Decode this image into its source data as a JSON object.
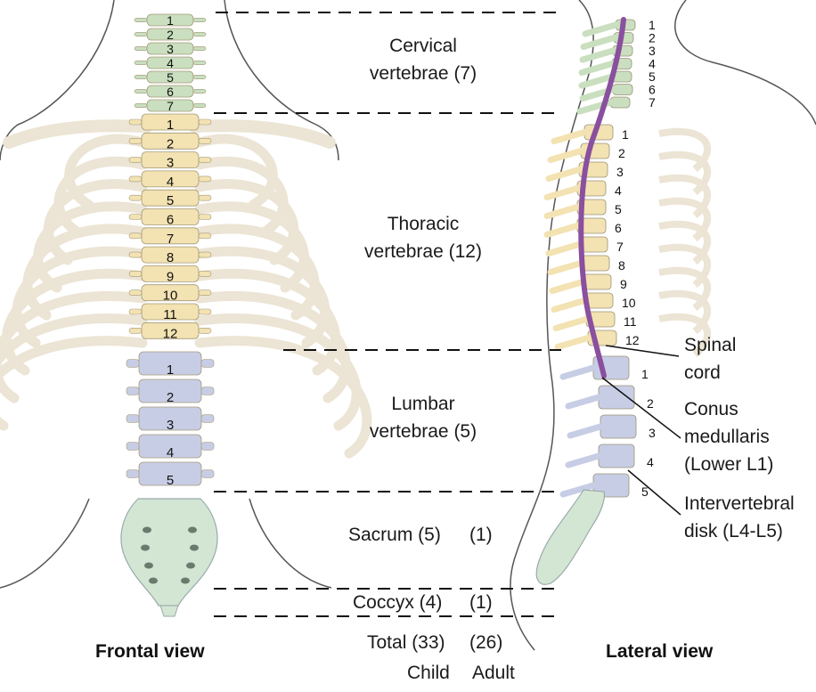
{
  "regions": [
    {
      "key": "cervical",
      "line1": "Cervical",
      "line2": "vertebrae (7)",
      "count": 7
    },
    {
      "key": "thoracic",
      "line1": "Thoracic",
      "line2": "vertebrae (12)",
      "count": 12
    },
    {
      "key": "lumbar",
      "line1": "Lumbar",
      "line2": "vertebrae (5)",
      "count": 5
    },
    {
      "key": "sacrum",
      "text": "Sacrum (5)",
      "adult": "(1)"
    },
    {
      "key": "coccyx",
      "text": "Coccyx (4)",
      "adult": "(1)"
    }
  ],
  "total": {
    "text": "Total (33)",
    "adult": "(26)"
  },
  "columns": {
    "child": "Child",
    "adult": "Adult"
  },
  "views": {
    "frontal": "Frontal view",
    "lateral": "Lateral view"
  },
  "callouts": [
    {
      "key": "spinal_cord",
      "line1": "Spinal",
      "line2": "cord"
    },
    {
      "key": "conus",
      "line1": "Conus",
      "line2": "medullaris",
      "line3": "(Lower L1)"
    },
    {
      "key": "disk",
      "line1": "Intervertebral",
      "line2": "disk (L4-L5)"
    }
  ],
  "colors": {
    "cervical": "#c9dfbf",
    "thoracic": "#f3e2b2",
    "lumbar": "#c8cde6",
    "sacrum": "#d3e6d4",
    "rib": "#ece4d4",
    "cord": "#8a4f9e"
  }
}
